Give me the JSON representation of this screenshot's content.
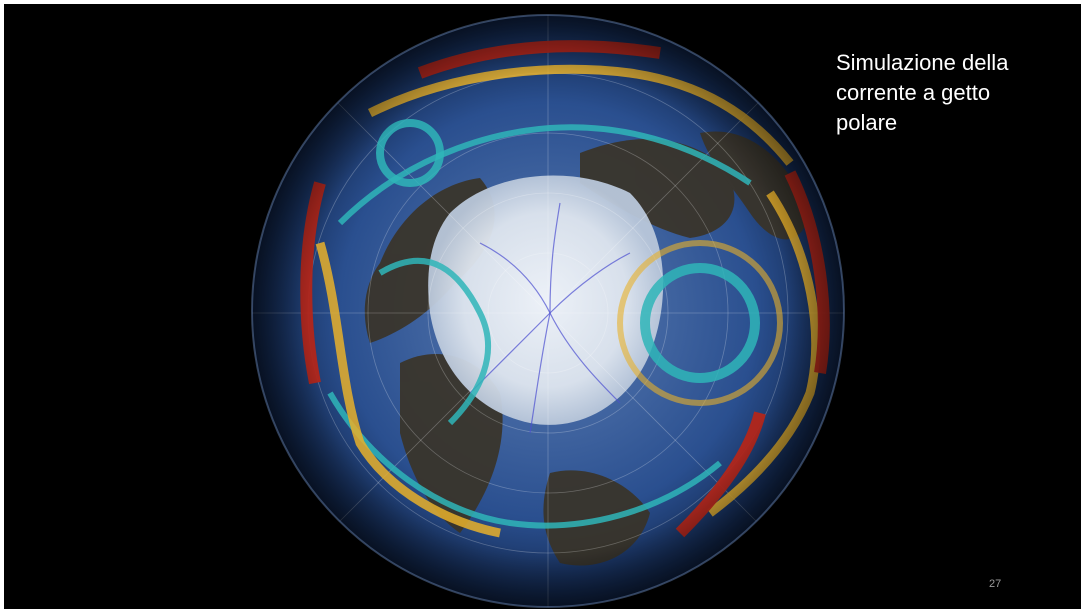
{
  "slide": {
    "title_lines": [
      "Simulazione della",
      "corrente a getto",
      "polare"
    ],
    "page_number": "27"
  },
  "colors": {
    "background": "#000000",
    "title_text": "#ffffff",
    "page_number": "#9a9a9a",
    "jet_core": "#b3261a",
    "jet_mid": "#e8b02a",
    "flow_teal": "#2fb5b8",
    "ocean": "#2a4f8f",
    "ice": "#e8eef6",
    "land": "#3a3326"
  },
  "image": {
    "subject": "globe-image",
    "icons": [
      "polar-jet-stream-globe"
    ]
  }
}
